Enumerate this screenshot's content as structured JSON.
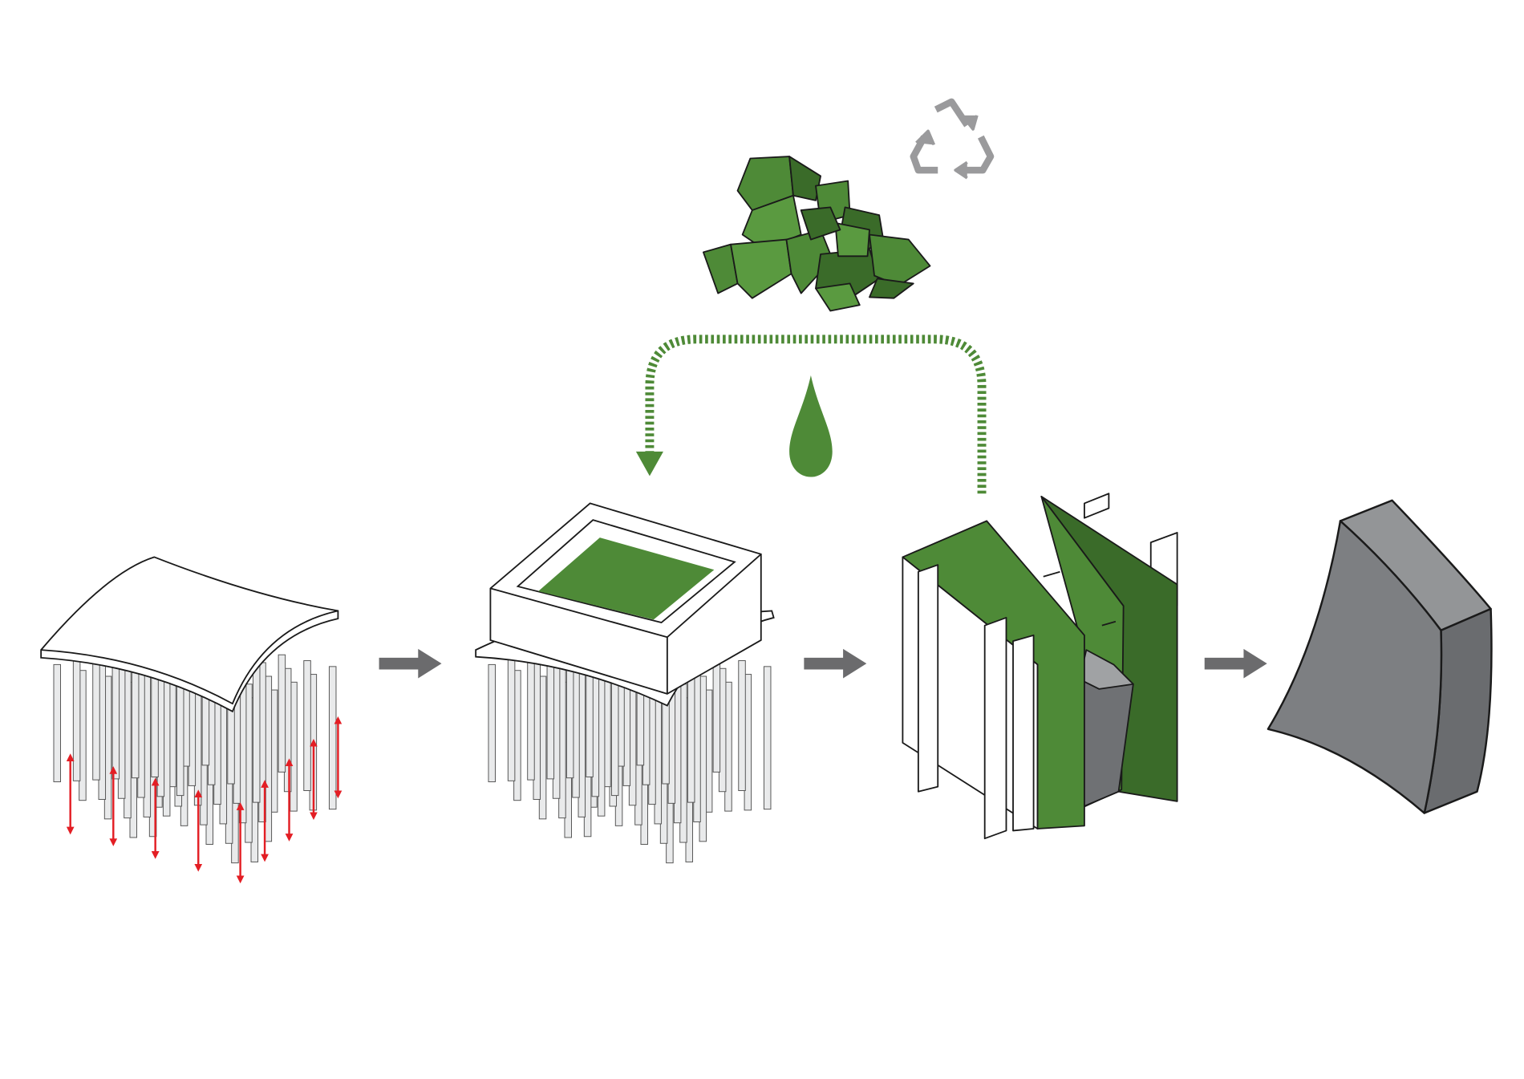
{
  "diagram": {
    "steps": [
      {
        "icon": "pile-foundation-slab"
      },
      {
        "icon": "mold-with-green-fill"
      },
      {
        "icon": "formwork-panels"
      },
      {
        "icon": "curved-concrete-block"
      }
    ],
    "extras": [
      "recycle-icon",
      "green-aggregate-rocks",
      "green-drop-icon",
      "dashed-return-arrow",
      "process-arrow"
    ]
  },
  "colors": {
    "green": "#4e8a37",
    "green_dark": "#3a6b29",
    "green_light": "#5a9a40",
    "gray_arrow": "#6b6b6d",
    "recycle_gray": "#9a9a9c",
    "block_front": "#7d7f82",
    "block_side": "#6a6c6f",
    "block_top": "#939597",
    "red_arrow": "#e31e24",
    "pile_fill": "#e9eaeb",
    "line": "#1a1a1a"
  }
}
